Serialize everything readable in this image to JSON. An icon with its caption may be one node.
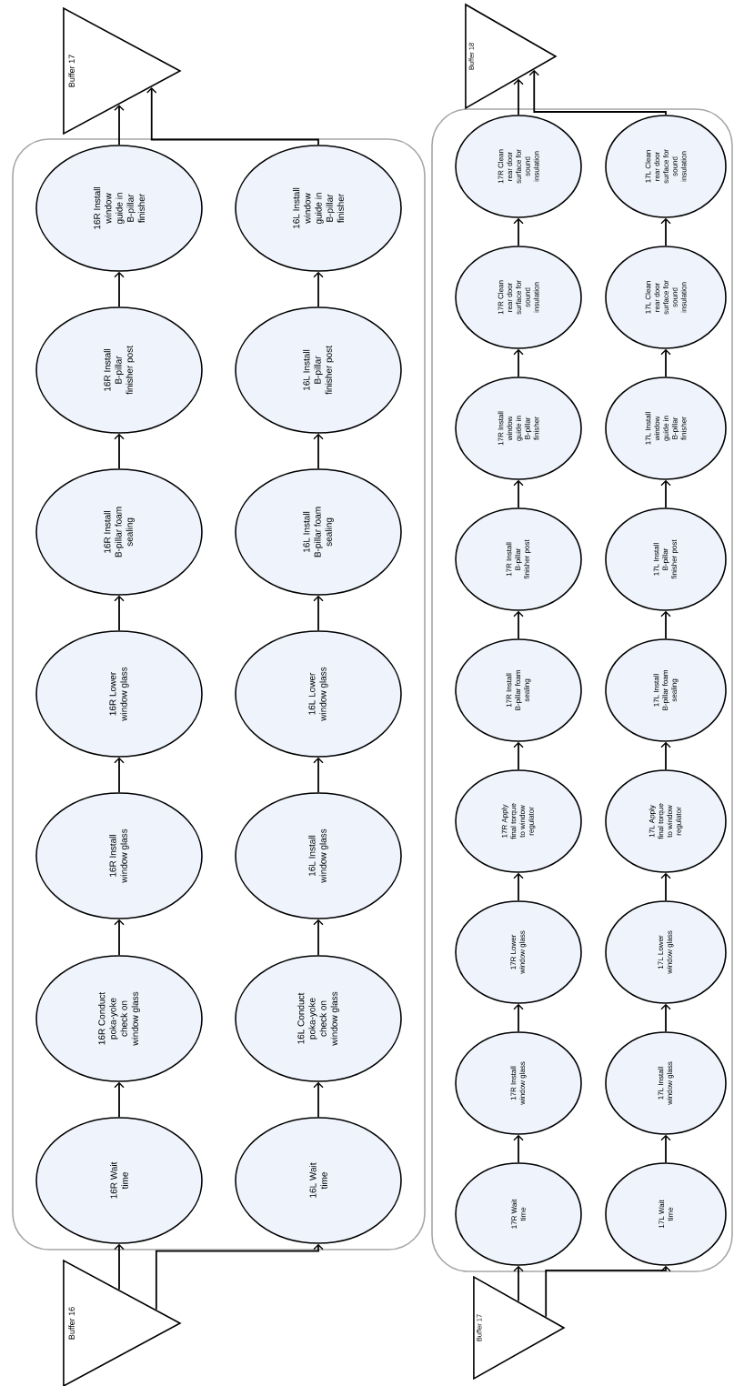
{
  "diagram": {
    "nodes": [
      {
        "text": [
          "Buffer 16"
        ]
      },
      {
        "text": [],
        "shape": "box"
      },
      {
        "text": [
          "16R Wait time"
        ],
        "in": 1
      },
      {
        "text": [
          "16R Conduct poka-yoke check on window glass"
        ],
        "in": 1
      },
      {
        "text": [
          "16R Install window glass"
        ],
        "in": 1
      },
      {
        "text": [
          "16R Lower window glass"
        ],
        "in": 1
      },
      {
        "text": [
          "16R Install B-pillar foam sealing"
        ],
        "in": 1
      },
      {
        "text": [
          "16R Install B-pillar finisher post"
        ],
        "in": 1
      },
      {
        "text": [
          "16R Install window guide in B-pillar finisher"
        ],
        "in": 1
      },
      {
        "text": [
          "16L Wait time"
        ],
        "in": 1
      },
      {
        "text": [
          "16L Conduct poka-yoke check on window glass"
        ],
        "in": 1
      },
      {
        "text": [
          "16L Install window glass"
        ],
        "in": 1
      },
      {
        "text": [
          "16L Lower window glass"
        ],
        "in": 1
      },
      {
        "text": [
          "16L Install B-pillar foam sealing"
        ],
        "in": 1
      },
      {
        "text": [
          "16L Install B-pillar finisher post"
        ],
        "in": 1
      },
      {
        "text": [
          "16L Install window guide in B-pillar finisher"
        ],
        "in": 1
      },
      {
        "text": [
          "Buffer 17"
        ]
      },
      {
        "text": [
          "Buffer 17"
        ]
      },
      {
        "text": [],
        "shape": "box"
      },
      {
        "text": [
          "17R Wait time"
        ],
        "in": 18
      },
      {
        "text": [
          "17R Install window glass"
        ],
        "in": 18
      },
      {
        "text": [
          "17R Lower window glass"
        ],
        "in": 18
      },
      {
        "text": [
          "17R Apply final torque to window regulator"
        ],
        "in": 18
      },
      {
        "text": [
          "17R Install B-pillar foam sealing"
        ],
        "in": 18
      },
      {
        "text": [
          "17R Install B-pillar finisher post"
        ],
        "in": 18
      },
      {
        "text": [
          "17R Install window guide in B-pillar finisher"
        ],
        "in": 18
      },
      {
        "text": [
          "17R Clean rear door surface for sound insulation"
        ],
        "in": 18
      },
      {
        "text": [
          "17R Clean rear door surface for sound insulation"
        ],
        "in": 18
      },
      {
        "text": [
          "17L Wait time"
        ],
        "in": 18
      },
      {
        "text": [
          "17L Install window glass"
        ],
        "in": 18
      },
      {
        "text": [
          "17L Lower window glass"
        ],
        "in": 18
      },
      {
        "text": [
          "17L Apply final torque to window regulator"
        ],
        "in": 18
      },
      {
        "text": [
          "17L Install B-pillar foam sealing"
        ],
        "in": 18
      },
      {
        "text": [
          "17L Install B-pillar finisher post"
        ],
        "in": 18
      },
      {
        "text": [
          "17L Install window guide in B-pillar finisher"
        ],
        "in": 18
      },
      {
        "text": [
          "17L Clean rear door surface for sound insulation"
        ],
        "in": 18
      },
      {
        "text": [
          "17L Clean rear door surface for sound insulation"
        ],
        "in": 18
      },
      {
        "text": [
          "Buffer 18"
        ]
      }
    ],
    "edges": [
      {
        "from": 0,
        "to": 2,
        "arrow": "to"
      },
      {
        "from": 0,
        "to": 9,
        "arrow": "to"
      },
      {
        "from": 2,
        "to": 3,
        "arrow": "to"
      },
      {
        "from": 3,
        "to": 4,
        "arrow": "to"
      },
      {
        "from": 4,
        "to": 5,
        "arrow": "to"
      },
      {
        "from": 5,
        "to": 6,
        "arrow": "to"
      },
      {
        "from": 6,
        "to": 7,
        "arrow": "to"
      },
      {
        "from": 7,
        "to": 8,
        "arrow": "to"
      },
      {
        "from": 9,
        "to": 10,
        "arrow": "to"
      },
      {
        "from": 10,
        "to": 11,
        "arrow": "to"
      },
      {
        "from": 11,
        "to": 12,
        "arrow": "to"
      },
      {
        "from": 12,
        "to": 13,
        "arrow": "to"
      },
      {
        "from": 13,
        "to": 14,
        "arrow": "to"
      },
      {
        "from": 14,
        "to": 15,
        "arrow": "to"
      },
      {
        "from": 8,
        "to": 16,
        "arrow": "to"
      },
      {
        "from": 15,
        "to": 16,
        "arrow": "to"
      },
      {
        "from": 17,
        "to": 19,
        "arrow": "to"
      },
      {
        "from": 17,
        "to": 28,
        "arrow": "to"
      },
      {
        "from": 19,
        "to": 20,
        "arrow": "to"
      },
      {
        "from": 20,
        "to": 21,
        "arrow": "to"
      },
      {
        "from": 21,
        "to": 22,
        "arrow": "to"
      },
      {
        "from": 22,
        "to": 23,
        "arrow": "to"
      },
      {
        "from": 23,
        "to": 24,
        "arrow": "to"
      },
      {
        "from": 24,
        "to": 25,
        "arrow": "to"
      },
      {
        "from": 25,
        "to": 26,
        "arrow": "to"
      },
      {
        "from": 26,
        "to": 27,
        "arrow": "to"
      },
      {
        "from": 28,
        "to": 29,
        "arrow": "to"
      },
      {
        "from": 29,
        "to": 30,
        "arrow": "to"
      },
      {
        "from": 30,
        "to": 31,
        "arrow": "to"
      },
      {
        "from": 31,
        "to": 32,
        "arrow": "to"
      },
      {
        "from": 32,
        "to": 33,
        "arrow": "to"
      },
      {
        "from": 33,
        "to": 34,
        "arrow": "to"
      },
      {
        "from": 34,
        "to": 35,
        "arrow": "to"
      },
      {
        "from": 35,
        "to": 36,
        "arrow": "to"
      },
      {
        "from": 27,
        "to": 37,
        "arrow": "to"
      },
      {
        "from": 36,
        "to": 37,
        "arrow": "to"
      }
    ]
  }
}
